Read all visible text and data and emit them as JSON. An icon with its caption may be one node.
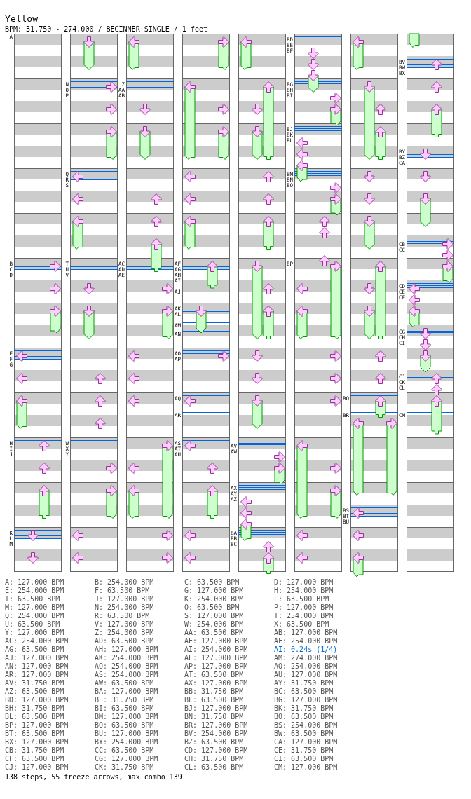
{
  "diagram": {
    "title": "Yellow",
    "labels": [
      "BPM: 31.750 - 274.000 / BEGINNER SINGLE / 1 feet",
      "A",
      "B",
      "C",
      "D",
      "E",
      "F",
      "G",
      "H",
      "I",
      "J",
      "K",
      "L",
      "M",
      "N",
      "O",
      "P",
      "Q",
      "R",
      "S",
      "T",
      "U",
      "V",
      "W",
      "X",
      "Y",
      "Z",
      "AA",
      "AB",
      "AC",
      "AD",
      "AE",
      "AF",
      "AG",
      "AH",
      "AI",
      "AJ",
      "AK",
      "AL",
      "AM",
      "AN",
      "AO",
      "AP",
      "AQ",
      "AR",
      "AS",
      "AT",
      "AU",
      "AV",
      "AW",
      "AX",
      "AY",
      "AZ",
      "BA",
      "BB",
      "BC",
      "BD",
      "BE",
      "BF",
      "BG",
      "BH",
      "BI",
      "BJ",
      "BK",
      "BL",
      "BM",
      "BN",
      "BO",
      "BP",
      "BQ",
      "BR",
      "BS",
      "BT",
      "BU",
      "BV",
      "BW",
      "BX",
      "BY",
      "BZ",
      "CA",
      "CB",
      "CC",
      "CD",
      "CE",
      "CF",
      "CG",
      "CH",
      "CI",
      "CJ",
      "CK",
      "CL",
      "CM",
      "A: 127.000 BPM",
      "B: 254.000 BPM",
      "C: 63.500 BPM",
      "D: 127.000 BPM",
      "E: 254.000 BPM",
      "F: 63.500 BPM",
      "G: 127.000 BPM",
      "H: 254.000 BPM",
      "I: 63.500 BPM",
      "J: 127.000 BPM",
      "K: 254.000 BPM",
      "L: 63.500 BPM",
      "M: 127.000 BPM",
      "N: 254.000 BPM",
      "O: 63.500 BPM",
      "P: 127.000 BPM",
      "Q: 254.000 BPM",
      "R: 63.500 BPM",
      "S: 127.000 BPM",
      "T: 254.000 BPM",
      "U: 63.500 BPM",
      "V: 127.000 BPM",
      "W: 254.000 BPM",
      "X: 63.500 BPM",
      "Y: 127.000 BPM",
      "Z: 254.000 BPM",
      "AA: 63.500 BPM",
      "AB: 127.000 BPM",
      "AC: 254.000 BPM",
      "AD: 63.500 BPM",
      "AE: 127.000 BPM",
      "AF: 254.000 BPM",
      "AG: 63.500 BPM",
      "AH: 127.000 BPM",
      "AI: 254.000 BPM",
      "AI: 0.24s (1/4)",
      "AJ: 127.000 BPM",
      "AK: 254.000 BPM",
      "AL: 127.000 BPM",
      "AM: 274.000 BPM",
      "AN: 127.000 BPM",
      "AO: 254.000 BPM",
      "AP: 127.000 BPM",
      "AQ: 254.000 BPM",
      "AR: 127.000 BPM",
      "AS: 254.000 BPM",
      "AT: 63.500 BPM",
      "AU: 127.000 BPM",
      "AV: 31.750 BPM",
      "AW: 63.500 BPM",
      "AX: 127.000 BPM",
      "AY: 31.750 BPM",
      "AZ: 63.500 BPM",
      "BA: 127.000 BPM",
      "BB: 31.750 BPM",
      "BC: 63.500 BPM",
      "BD: 127.000 BPM",
      "BE: 31.750 BPM",
      "BF: 63.500 BPM",
      "BG: 127.000 BPM",
      "BH: 31.750 BPM",
      "BI: 63.500 BPM",
      "BJ: 127.000 BPM",
      "BK: 31.750 BPM",
      "BL: 63.500 BPM",
      "BM: 127.000 BPM",
      "BN: 31.750 BPM",
      "BO: 63.500 BPM",
      "BP: 127.000 BPM",
      "BQ: 63.500 BPM",
      "BR: 127.000 BPM",
      "BS: 254.000 BPM",
      "BT: 63.500 BPM",
      "BU: 127.000 BPM",
      "BV: 254.000 BPM",
      "BW: 63.500 BPM",
      "BX: 127.000 BPM",
      "BY: 254.000 BPM",
      "BZ: 63.500 BPM",
      "CA: 127.000 BPM",
      "CB: 31.750 BPM",
      "CC: 63.500 BPM",
      "CD: 127.000 BPM",
      "CE: 31.750 BPM",
      "CF: 63.500 BPM",
      "CG: 127.000 BPM",
      "CH: 31.750 BPM",
      "CI: 63.500 BPM",
      "CJ: 127.000 BPM",
      "CK: 31.750 BPM",
      "CL: 63.500 BPM",
      "CM: 127.000 BPM",
      "138 steps, 55 freeze arrows, max combo 139"
    ]
  }
}
